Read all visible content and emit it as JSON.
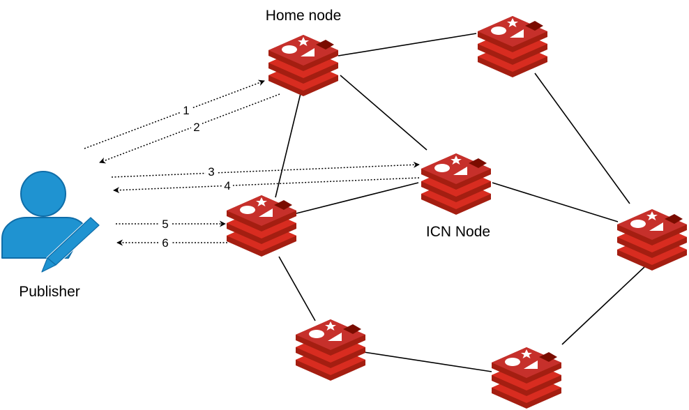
{
  "labels": {
    "home_node": "Home node",
    "icn_node": "ICN Node",
    "publisher": "Publisher"
  },
  "steps": [
    "1",
    "2",
    "3",
    "4",
    "5",
    "6"
  ],
  "icons": {
    "node": "redis-node-icon",
    "publisher": "user-edit-icon"
  },
  "colors": {
    "node_red": "#C6302B",
    "node_dark": "#A41E11",
    "publisher_blue": "#1F93D1",
    "line": "#000000"
  }
}
